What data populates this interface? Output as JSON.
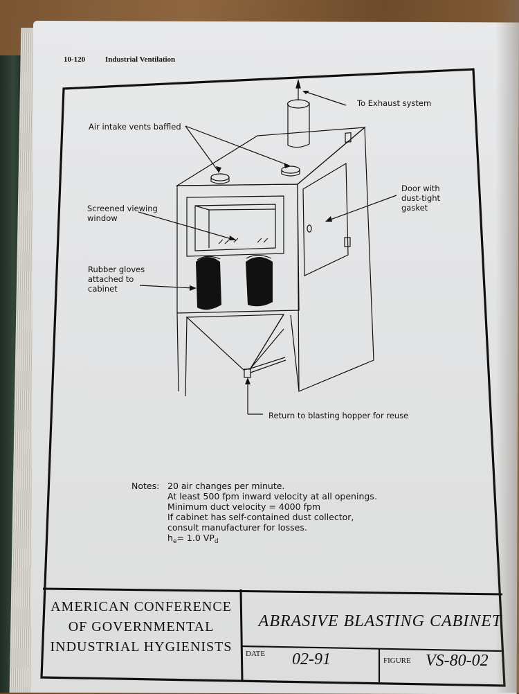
{
  "header": {
    "page_number": "10-120",
    "section_title": "Industrial Ventilation"
  },
  "labels": {
    "exhaust": "To Exhaust system",
    "air_intake": "Air intake vents baffled",
    "door": [
      "Door with",
      "dust-tight",
      "gasket"
    ],
    "window": [
      "Screened viewing",
      "window"
    ],
    "gloves": [
      "Rubber gloves",
      "attached to",
      "cabinet"
    ],
    "return": "Return to blasting hopper for reuse"
  },
  "notes": {
    "lead": "Notes:",
    "lines": [
      "20 air changes per minute.",
      "At least 500 fpm inward velocity at all openings.",
      "Minimum duct velocity = 4000 fpm",
      "If cabinet has self-contained dust collector,",
      "consult manufacturer for losses."
    ],
    "formula": {
      "h": "h",
      "h_sub": "e",
      "eq": "= 1.0 VP",
      "vp_sub": "d"
    }
  },
  "title_block": {
    "organization": [
      "AMERICAN CONFERENCE",
      "OF GOVERNMENTAL",
      "INDUSTRIAL HYGIENISTS"
    ],
    "title": "ABRASIVE BLASTING CABINET",
    "date_label": "DATE",
    "date_value": "02-91",
    "figure_label": "FIGURE",
    "figure_value": "VS-80-02"
  }
}
